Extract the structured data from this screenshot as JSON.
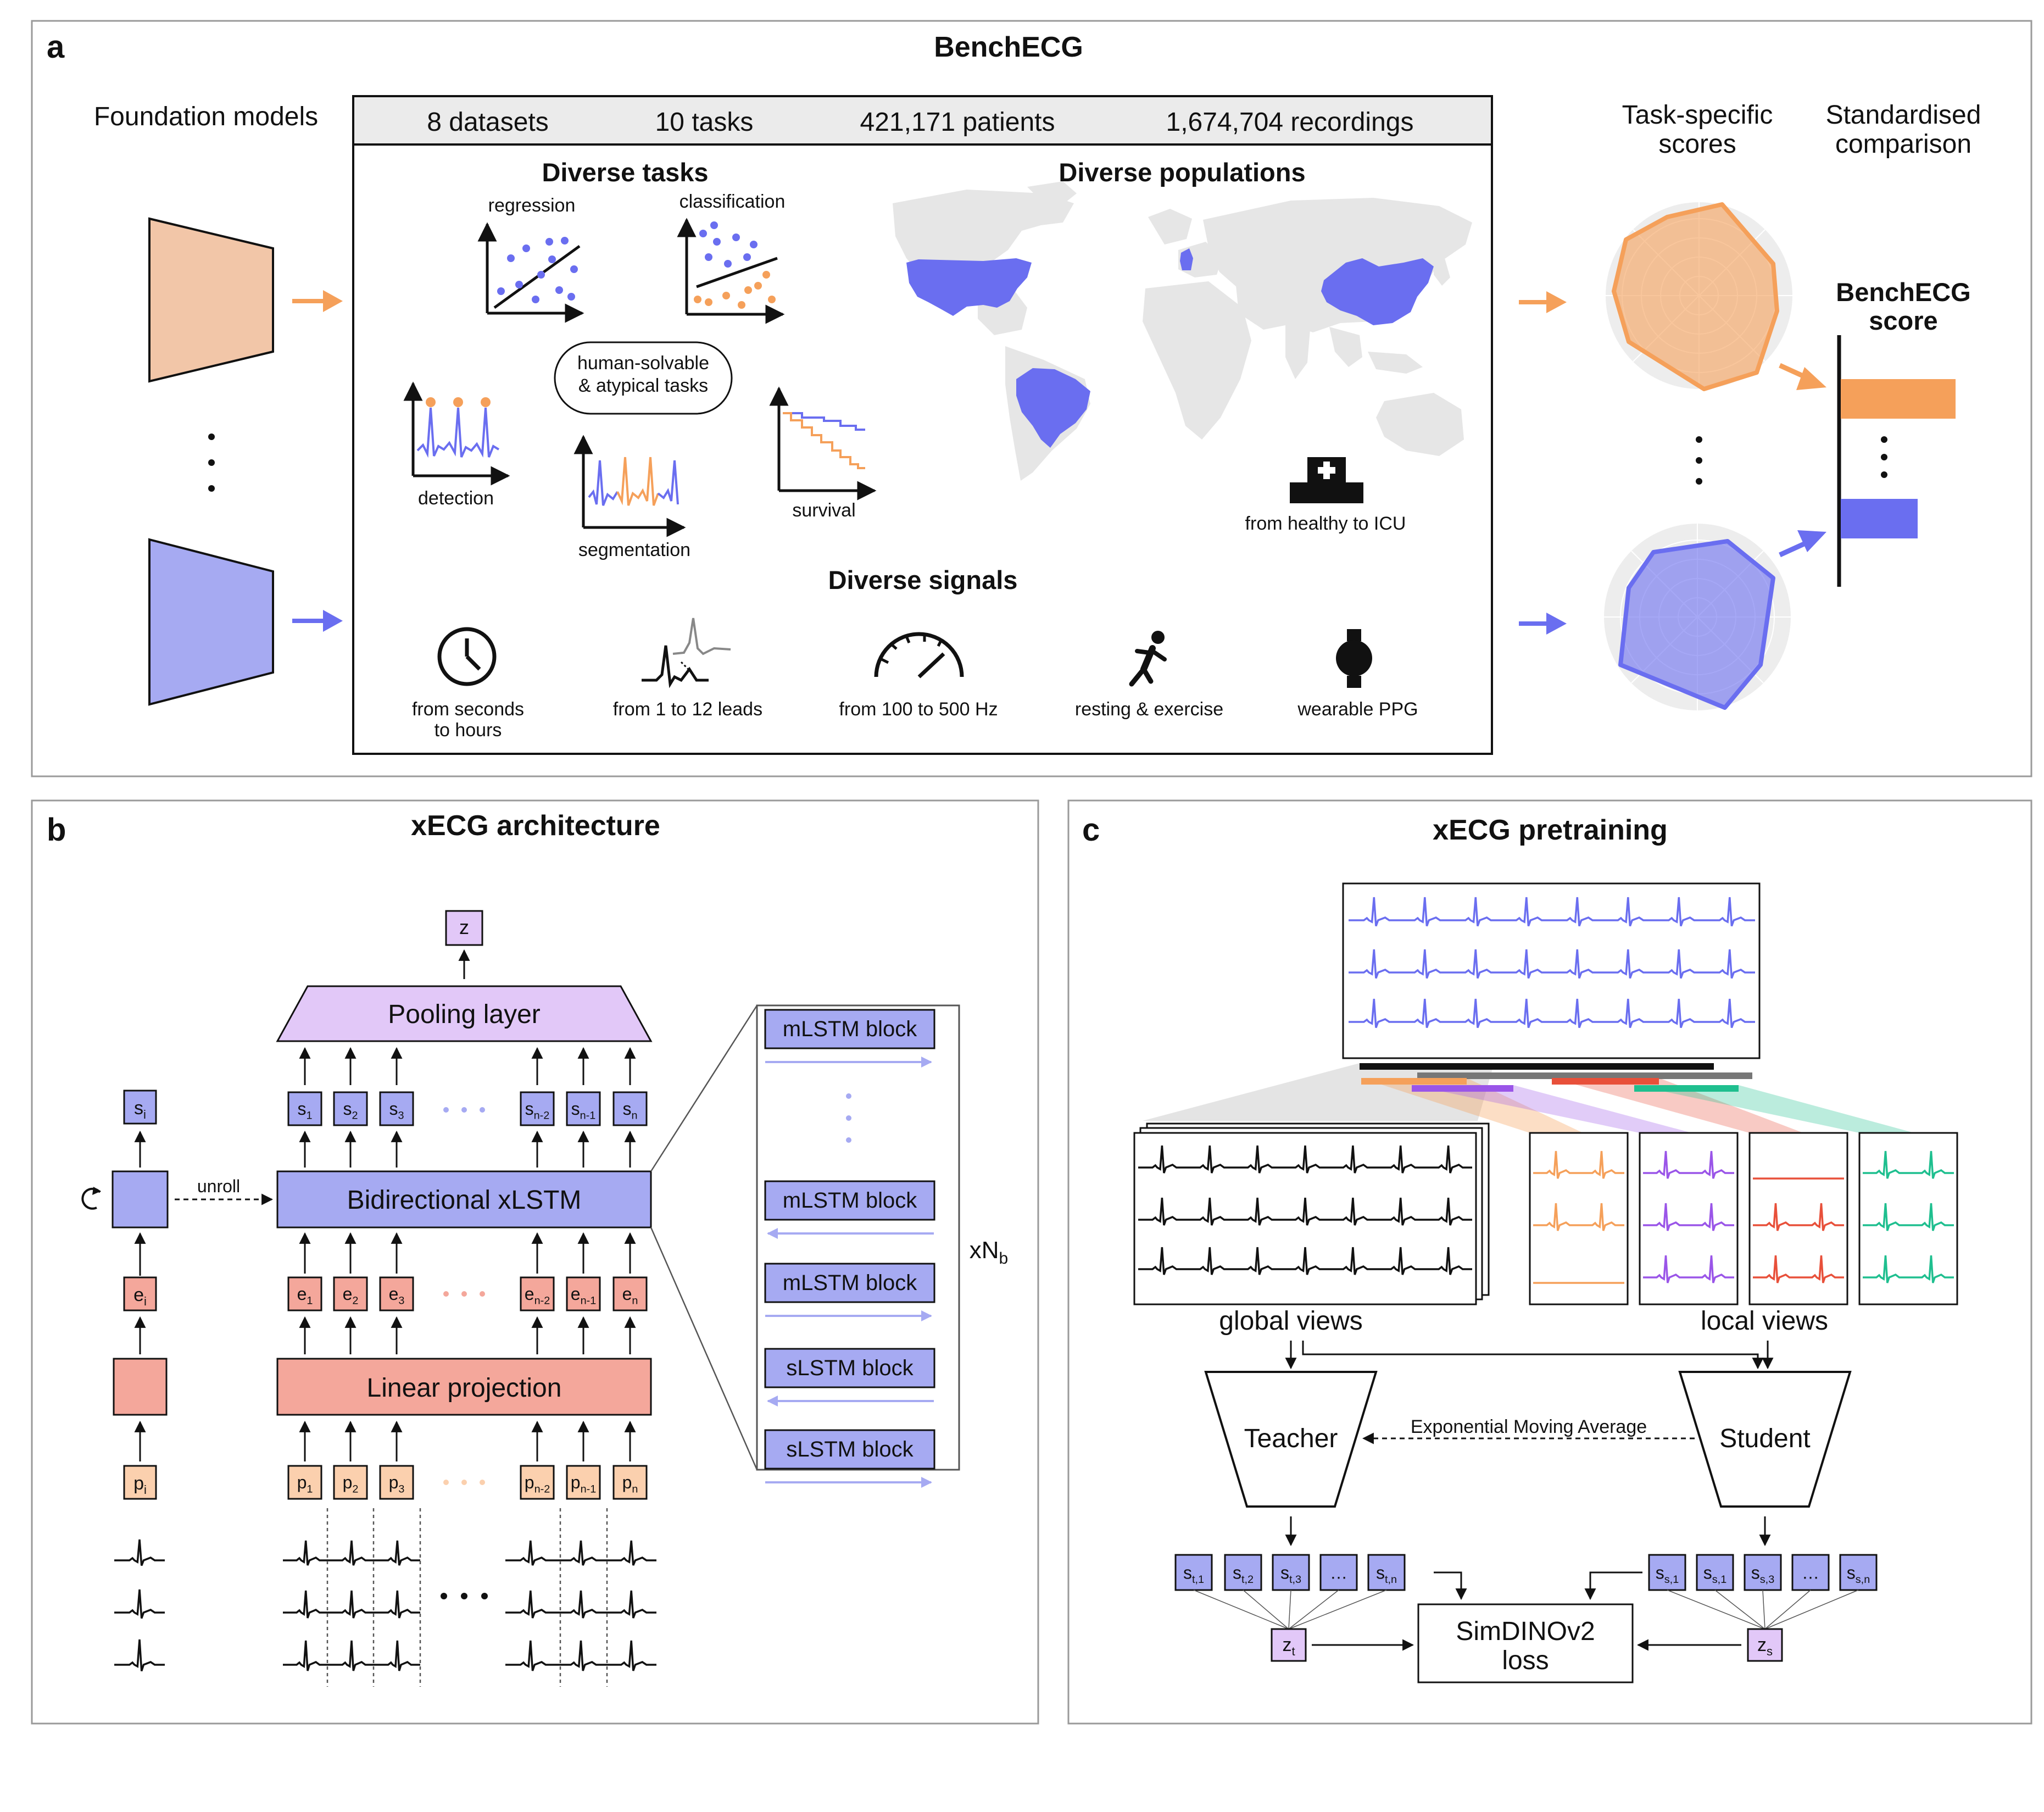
{
  "colors": {
    "orange": "#F5A05A",
    "orange_fill": "#F2C6A8",
    "blue": "#6A6EF0",
    "blue_fill": "#A6AAF2",
    "purple": "#E2C8F8",
    "salmon": "#F4A79B",
    "peach": "#FBD0AE",
    "map_gray": "#E6E6E6",
    "header_gray": "#EBEBEB",
    "green": "#1FBF8F",
    "red": "#E8503A",
    "violet": "#9A55E8"
  },
  "panel_a": {
    "letter": "a",
    "title": "BenchECG",
    "foundation_models": "Foundation models",
    "stats": [
      "8 datasets",
      "10 tasks",
      "421,171 patients",
      "1,674,704 recordings"
    ],
    "tasks_title": "Diverse tasks",
    "populations_title": "Diverse populations",
    "signals_title": "Diverse signals",
    "task_labels": {
      "regression": "regression",
      "classification": "classification",
      "human1": "human-solvable",
      "human2": "& atypical tasks",
      "detection": "detection",
      "survival": "survival",
      "segmentation": "segmentation"
    },
    "icu_label": "from healthy to ICU",
    "signals": [
      {
        "label": "from seconds",
        "label2": "to hours",
        "icon": "clock-icon"
      },
      {
        "label": "from 1 to 12 leads",
        "label2": "",
        "icon": "ecg-leads-icon"
      },
      {
        "label": "from 100 to 500 Hz",
        "label2": "",
        "icon": "gauge-icon"
      },
      {
        "label": "resting & exercise",
        "label2": "",
        "icon": "runner-icon"
      },
      {
        "label": "wearable PPG",
        "label2": "",
        "icon": "watch-icon"
      }
    ],
    "task_specific_1": "Task-specific",
    "task_specific_2": "scores",
    "standardised_1": "Standardised",
    "standardised_2": "comparison",
    "benchecg_score_1": "BenchECG",
    "benchecg_score_2": "score",
    "score_bars": [
      {
        "model": "orange",
        "value": 0.93
      },
      {
        "model": "blue",
        "value": 0.62
      }
    ]
  },
  "panel_b": {
    "letter": "b",
    "title": "xECG architecture",
    "z": "z",
    "pooling": "Pooling layer",
    "bixlstm": "Bidirectional xLSTM",
    "linear": "Linear projection",
    "unroll": "unroll",
    "si": "s",
    "si_sub": "i",
    "ei": "e",
    "ei_sub": "i",
    "pi": "p",
    "pi_sub": "i",
    "s_tokens": [
      [
        "s",
        "1"
      ],
      [
        "s",
        "2"
      ],
      [
        "s",
        "3"
      ],
      [
        "s",
        "n-2"
      ],
      [
        "s",
        "n-1"
      ],
      [
        "s",
        "n"
      ]
    ],
    "e_tokens": [
      [
        "e",
        "1"
      ],
      [
        "e",
        "2"
      ],
      [
        "e",
        "3"
      ],
      [
        "e",
        "n-2"
      ],
      [
        "e",
        "n-1"
      ],
      [
        "e",
        "n"
      ]
    ],
    "p_tokens": [
      [
        "p",
        "1"
      ],
      [
        "p",
        "2"
      ],
      [
        "p",
        "3"
      ],
      [
        "p",
        "n-2"
      ],
      [
        "p",
        "n-1"
      ],
      [
        "p",
        "n"
      ]
    ],
    "blocks": [
      "mLSTM block",
      "mLSTM block",
      "mLSTM block",
      "sLSTM block",
      "sLSTM block"
    ],
    "xnb": "xN",
    "xnb_sub": "b"
  },
  "panel_c": {
    "letter": "c",
    "title": "xECG pretraining",
    "global_views": "global views",
    "local_views": "local views",
    "teacher": "Teacher",
    "student": "Student",
    "ema": "Exponential Moving Average",
    "loss_1": "SimDINOv2",
    "loss_2": "loss",
    "t_tokens": [
      [
        "s",
        "t,1"
      ],
      [
        "s",
        "t,2"
      ],
      [
        "s",
        "t,3"
      ],
      [
        "…",
        ""
      ],
      [
        "s",
        "t,n"
      ]
    ],
    "s_tokens": [
      [
        "s",
        "s,1"
      ],
      [
        "s",
        "s,1"
      ],
      [
        "s",
        "s,3"
      ],
      [
        "…",
        ""
      ],
      [
        "s",
        "s,n"
      ]
    ],
    "zt": "z",
    "zt_sub": "t",
    "zs": "z",
    "zs_sub": "s"
  }
}
